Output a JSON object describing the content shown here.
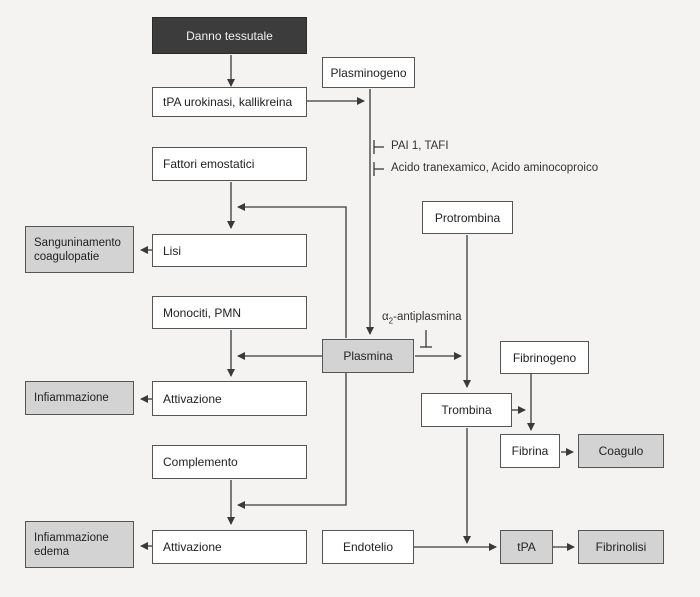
{
  "nodes": {
    "danno": "Danno tessutale",
    "tpa_uro": "tPA urokinasi, kallikreina",
    "plasminogeno": "Plasminogeno",
    "fattori": "Fattori emostatici",
    "lisi": "Lisi",
    "sanguinamento_1": "Sanguninamento",
    "sanguinamento_2": "coagulopatie",
    "protrombina": "Protrombina",
    "monociti": "Monociti, PMN",
    "plasmina": "Plasmina",
    "fibrinogeno": "Fibrinogeno",
    "infiammazione": "Infiammazione",
    "attivazione_1": "Attivazione",
    "trombina": "Trombina",
    "fibrina": "Fibrina",
    "coagulo": "Coagulo",
    "complemento": "Complemento",
    "infiammazione_edema_1": "Infiammazione",
    "infiammazione_edema_2": "edema",
    "attivazione_2": "Attivazione",
    "endotelio": "Endotelio",
    "tpa": "tPA",
    "fibrinolisi": "Fibrinolisi"
  },
  "inhibitors": {
    "pai": "PAI 1, TAFI",
    "acido": "Acido tranexamico, Acido aminocoproico",
    "alpha_symbol": "α",
    "alpha_sub": "2",
    "alpha_text": "-antiplasmina"
  },
  "colors": {
    "line": "#3a3a3a",
    "box_border": "#555555",
    "gray_fill": "#d3d3d3",
    "dark_fill": "#3c3c3c"
  }
}
